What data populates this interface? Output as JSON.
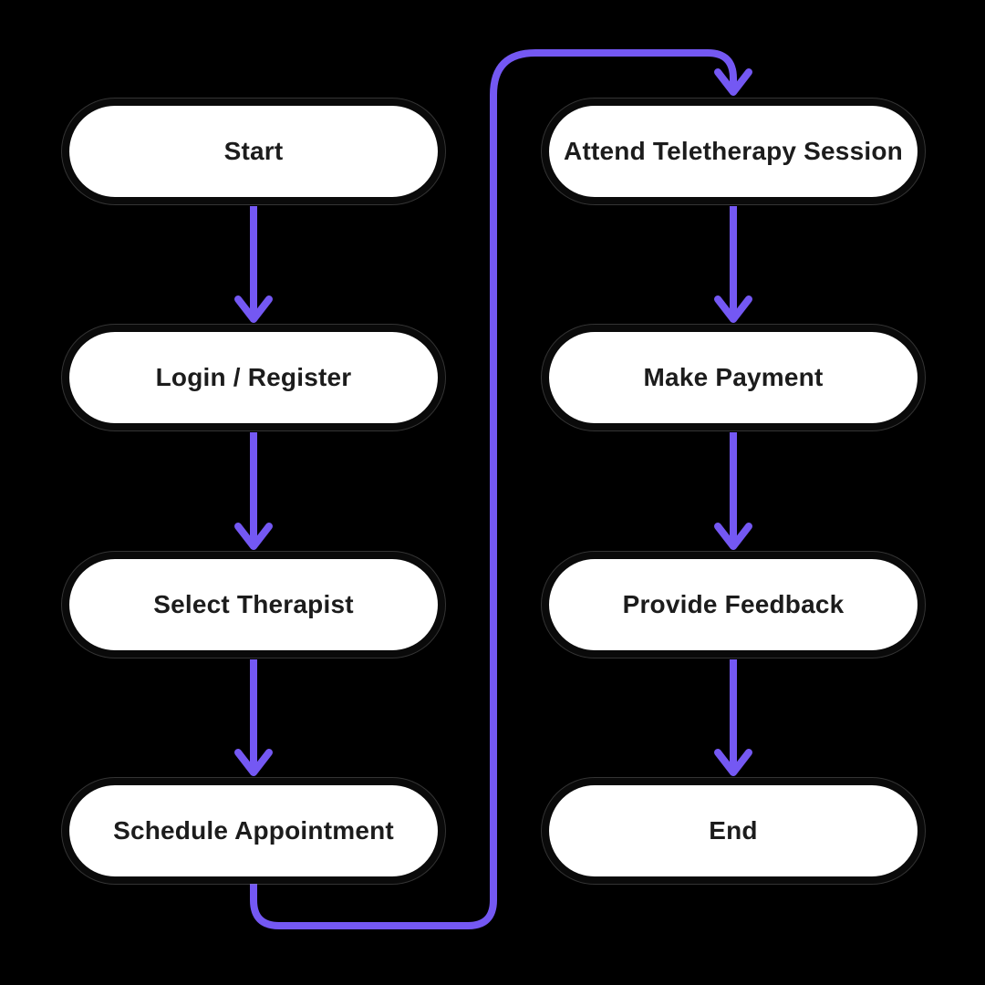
{
  "colors": {
    "background": "#000000",
    "node_fill": "#ffffff",
    "node_border": "#0a0a0a",
    "node_text": "#1c1c1c",
    "arrow": "#7458f3"
  },
  "flowchart": {
    "type": "flowchart",
    "columns": [
      {
        "nodes": [
          {
            "label": "Start"
          },
          {
            "label": "Login / Register"
          },
          {
            "label": "Select Therapist"
          },
          {
            "label": "Schedule Appointment"
          }
        ]
      },
      {
        "nodes": [
          {
            "label": "Attend Teletherapy Session"
          },
          {
            "label": "Make Payment"
          },
          {
            "label": "Provide Feedback"
          },
          {
            "label": "End"
          }
        ]
      }
    ],
    "edges": [
      {
        "from": "Start",
        "to": "Login / Register"
      },
      {
        "from": "Login / Register",
        "to": "Select Therapist"
      },
      {
        "from": "Select Therapist",
        "to": "Schedule Appointment"
      },
      {
        "from": "Schedule Appointment",
        "to": "Attend Teletherapy Session"
      },
      {
        "from": "Attend Teletherapy Session",
        "to": "Make Payment"
      },
      {
        "from": "Make Payment",
        "to": "Provide Feedback"
      },
      {
        "from": "Provide Feedback",
        "to": "End"
      }
    ]
  }
}
